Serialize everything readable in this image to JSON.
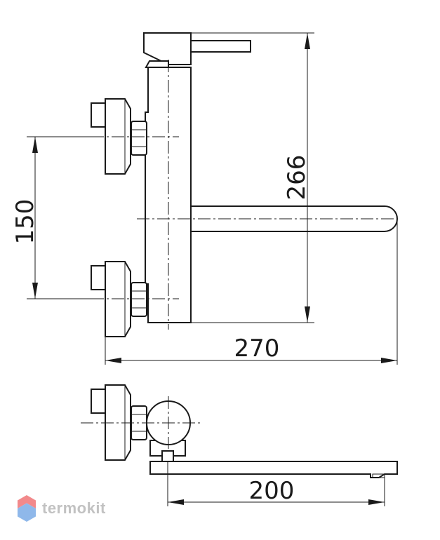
{
  "dimensions": {
    "height": "266",
    "inlet_spacing": "150",
    "total_width": "270",
    "spout_reach": "200"
  },
  "brand": {
    "name": "termokit",
    "icon": "hexagon-logo-icon",
    "colors": {
      "red": "#f2898b",
      "blue": "#8fb8ea",
      "text": "#c2c2c2"
    }
  }
}
